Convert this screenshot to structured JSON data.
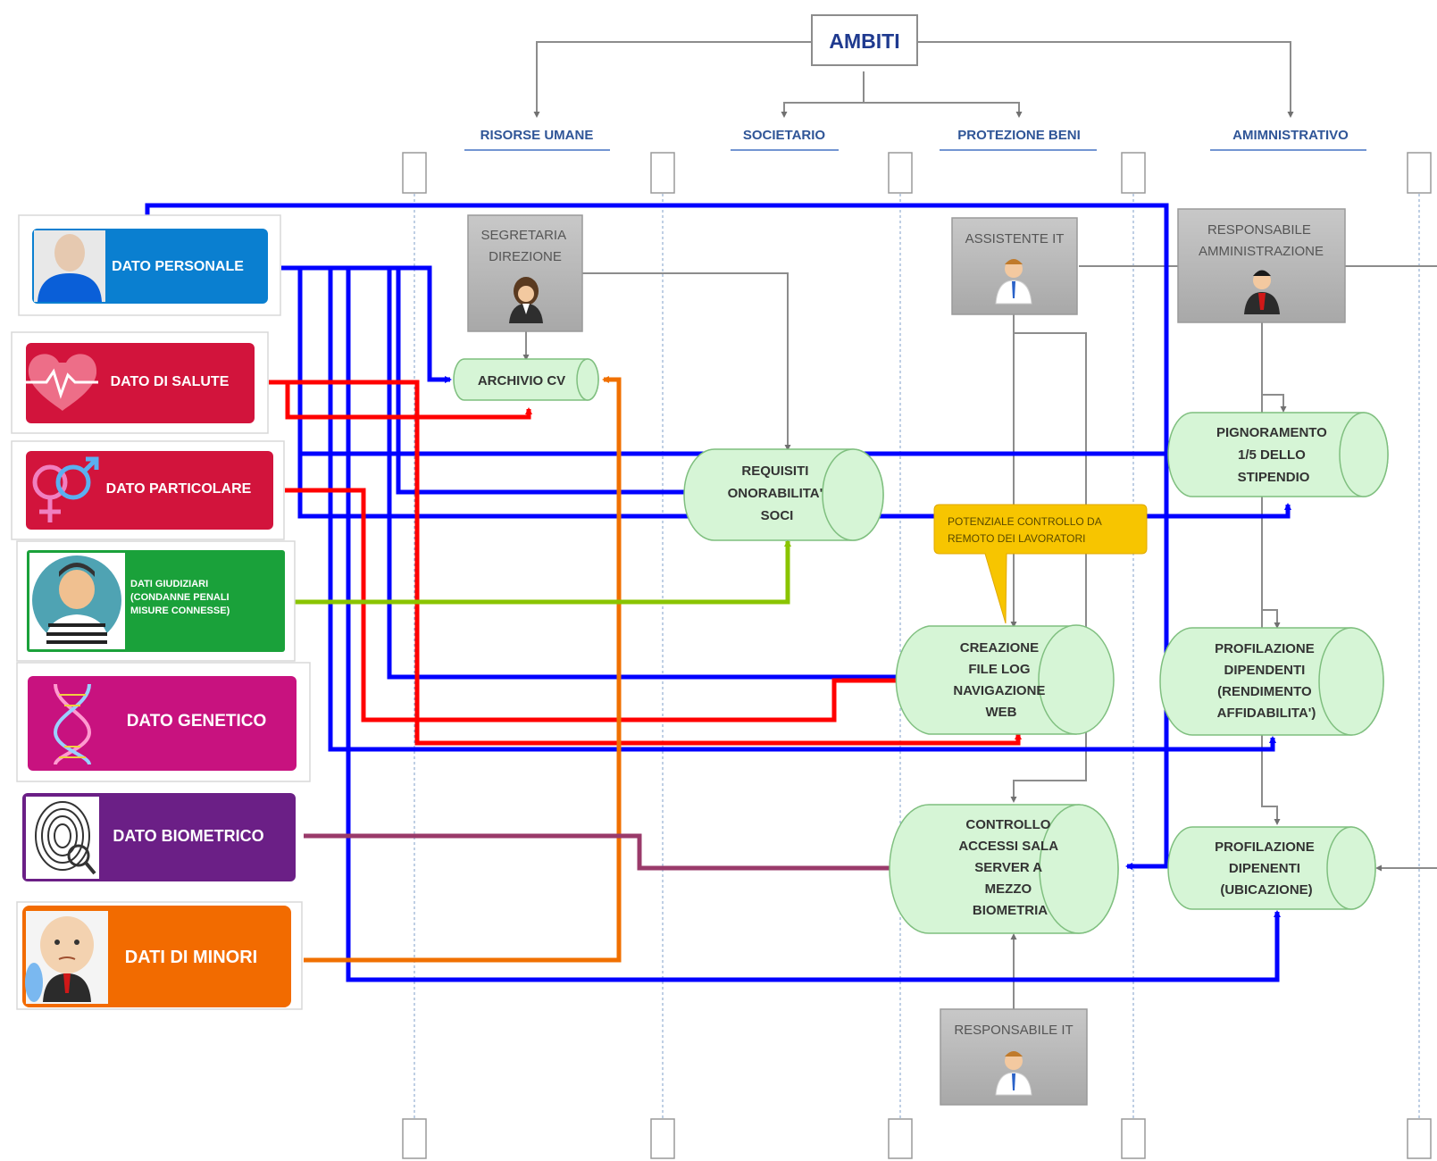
{
  "root": {
    "label": "AMBITI"
  },
  "ambiti": [
    {
      "label": "RISORSE UMANE"
    },
    {
      "label": "SOCIETARIO"
    },
    {
      "label": "PROTEZIONE BENI"
    },
    {
      "label": "AMIMNISTRATIVO"
    }
  ],
  "data_types": [
    {
      "lines": [
        "DATO PERSONALE"
      ],
      "color": "#0a7fd0",
      "icon": "person-icon"
    },
    {
      "lines": [
        "DATO DI SALUTE"
      ],
      "color": "#d2143c",
      "icon": "heartbeat-icon"
    },
    {
      "lines": [
        "DATO PARTICOLARE"
      ],
      "color": "#d2143c",
      "icon": "gender-symbols-icon"
    },
    {
      "lines": [
        "DATI GIUDIZIARI",
        "(CONDANNE PENALI",
        "MISURE CONNESSE)"
      ],
      "color": "#1aa13a",
      "icon": "prisoner-icon"
    },
    {
      "lines": [
        "DATO GENETICO"
      ],
      "color": "#c8127f",
      "icon": "dna-icon"
    },
    {
      "lines": [
        "DATO BIOMETRICO"
      ],
      "color": "#6b1f86",
      "icon": "fingerprint-icon"
    },
    {
      "lines": [
        "DATI DI MINORI"
      ],
      "color": "#f26b00",
      "icon": "baby-icon"
    }
  ],
  "roles": [
    {
      "lines": [
        "SEGRETARIA",
        "DIREZIONE"
      ],
      "icon": "secretary-icon"
    },
    {
      "lines": [
        "ASSISTENTE IT"
      ],
      "icon": "employee-icon"
    },
    {
      "lines": [
        "RESPONSABILE",
        "AMMINISTRAZIONE"
      ],
      "icon": "manager-icon"
    },
    {
      "lines": [
        "RESPONSABILE IT"
      ],
      "icon": "employee-icon"
    }
  ],
  "processes": [
    {
      "lines": [
        "ARCHIVIO CV"
      ]
    },
    {
      "lines": [
        "REQUISITI",
        "ONORABILITA'",
        "SOCI"
      ]
    },
    {
      "lines": [
        "CREAZIONE",
        "FILE LOG",
        "NAVIGAZIONE",
        "WEB"
      ]
    },
    {
      "lines": [
        "CONTROLLO",
        "ACCESSI SALA",
        "SERVER A",
        "MEZZO",
        "BIOMETRIA"
      ]
    },
    {
      "lines": [
        "PIGNORAMENTO",
        "1/5 DELLO",
        "STIPENDIO"
      ]
    },
    {
      "lines": [
        "PROFILAZIONE",
        "DIPENDENTI",
        "(RENDIMENTO",
        "AFFIDABILITA')"
      ]
    },
    {
      "lines": [
        "PROFILAZIONE",
        "DIPENENTI",
        "(UBICAZIONE)"
      ]
    }
  ],
  "callout": {
    "lines": [
      "POTENZIALE CONTROLLO DA",
      "REMOTO DEI LAVORATORI"
    ]
  },
  "colors": {
    "blue": "#0000ff",
    "red": "#ff0000",
    "orange": "#f07000",
    "green": "#8ac400",
    "purple": "#9a3a6a",
    "gray": "#8c8c8c",
    "process_fill": "#d6f5d6",
    "role_fill": "#bdbdbd",
    "callout_fill": "#f7c500"
  }
}
